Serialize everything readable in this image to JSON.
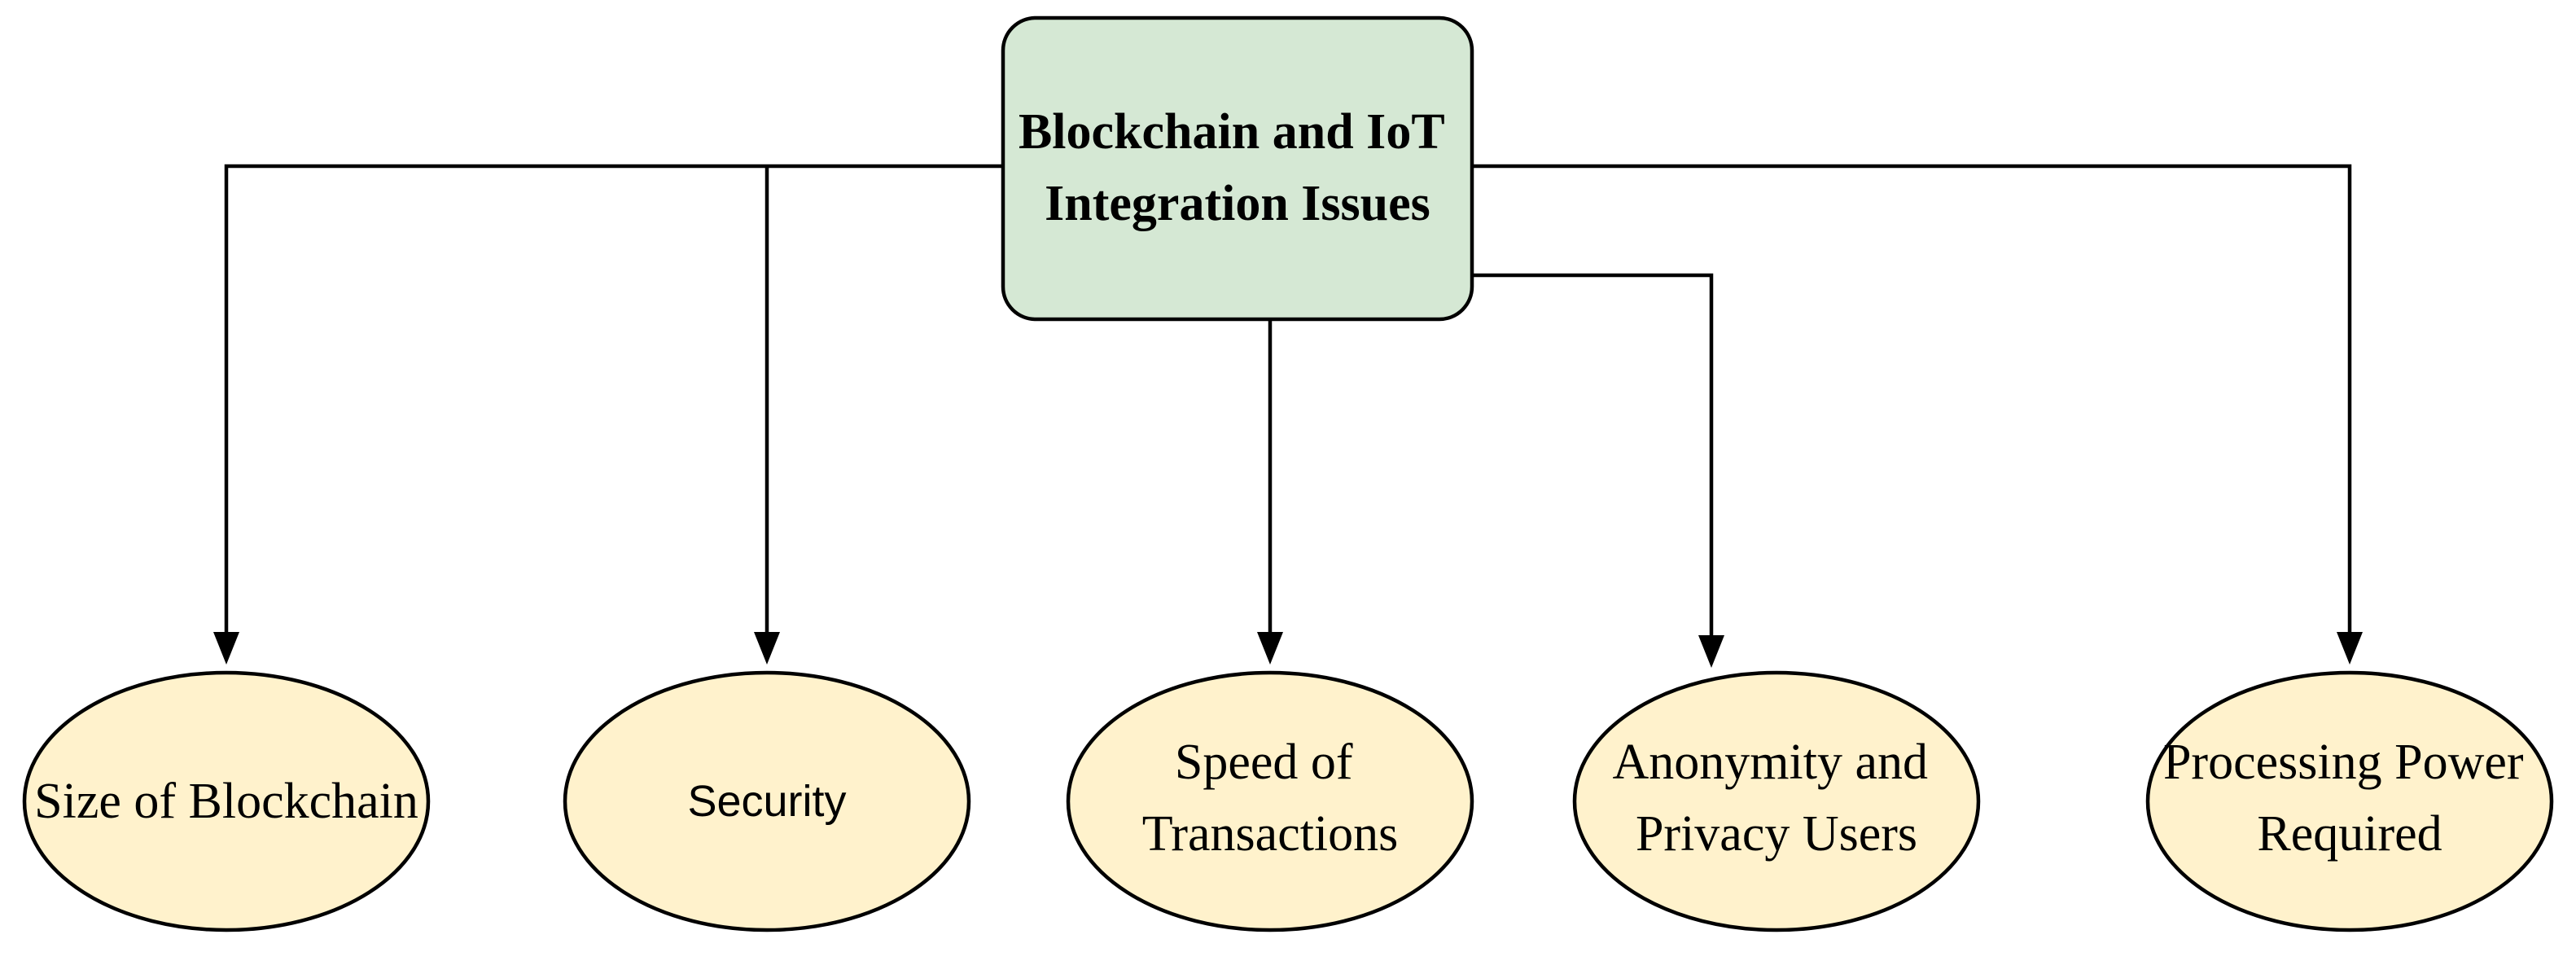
{
  "root": {
    "lines": [
      "Blockchain and IoT",
      "Integration Issues"
    ],
    "fill": "#d5e8d4"
  },
  "issues": [
    {
      "id": "size",
      "lines": [
        "Size of Blockchain"
      ],
      "fill": "#fff2cc"
    },
    {
      "id": "security",
      "lines": [
        "Security"
      ],
      "fill": "#fff2cc"
    },
    {
      "id": "speed",
      "lines": [
        "Speed of",
        "Transactions"
      ],
      "fill": "#fff2cc"
    },
    {
      "id": "anonymity",
      "lines": [
        "Anonymity and",
        "Privacy Users"
      ],
      "fill": "#fff2cc"
    },
    {
      "id": "processing",
      "lines": [
        "Processing Power",
        "Required"
      ],
      "fill": "#fff2cc"
    }
  ],
  "colors": {
    "stroke": "#000000",
    "background": "#ffffff"
  }
}
